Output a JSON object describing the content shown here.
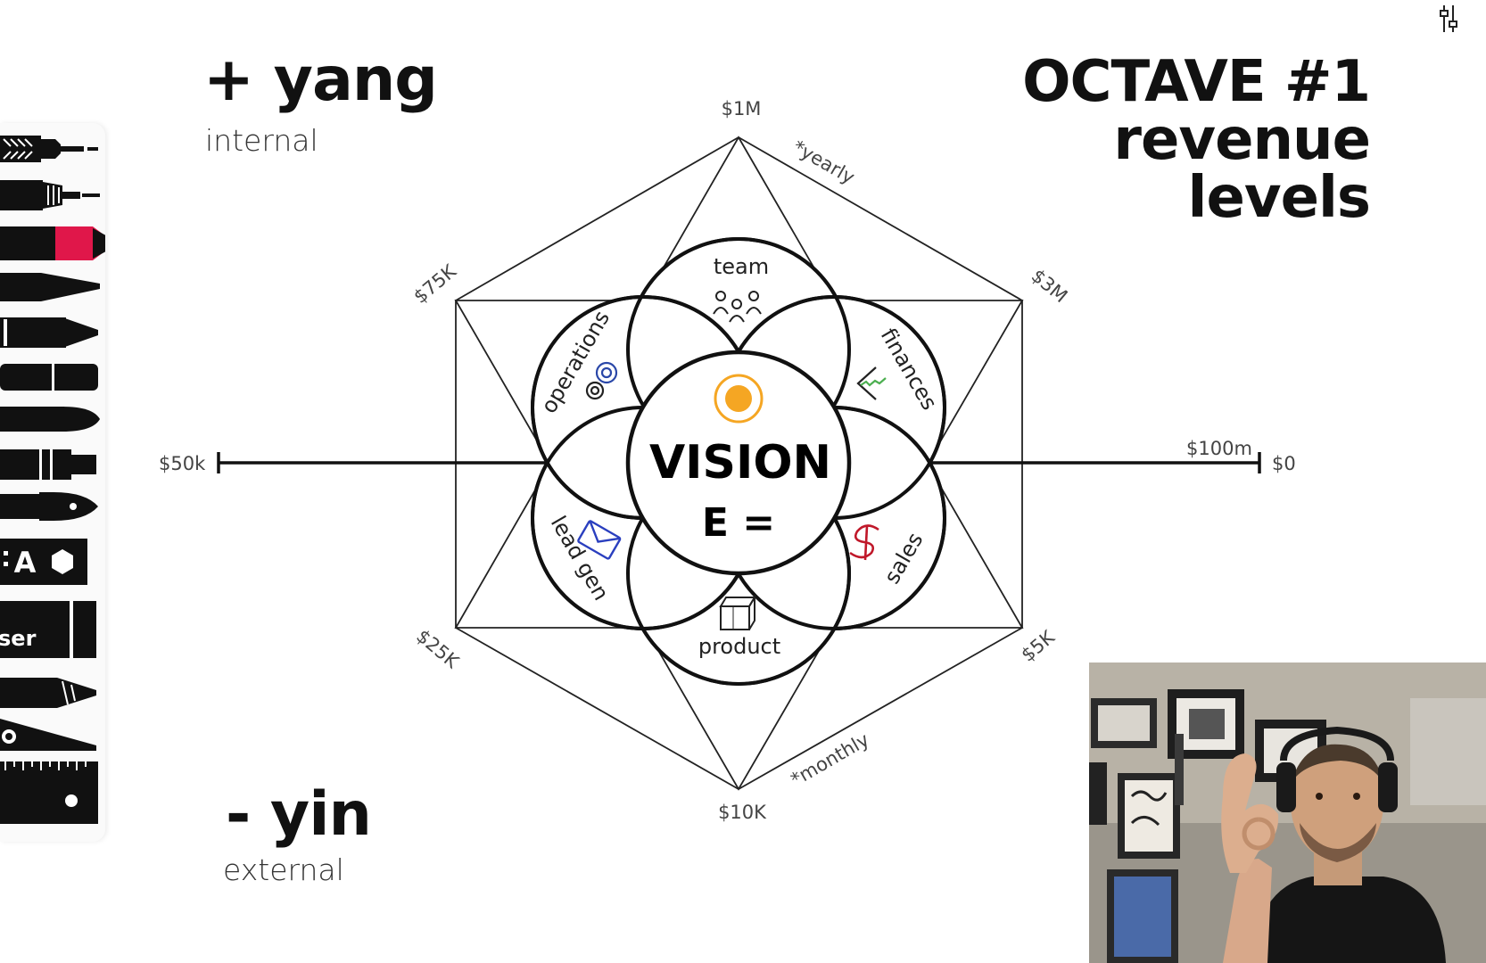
{
  "header": {
    "yang_title": "+ yang",
    "yang_sub": "internal",
    "yin_title": "- yin",
    "yin_sub": "external",
    "octave_line1": "OCTAVE #1",
    "octave_line2": "revenue",
    "octave_line3": "levels"
  },
  "diagram": {
    "center_title": "VISION",
    "center_sub": "E =",
    "petals": {
      "team": "team",
      "operations": "operations",
      "finances": "finances",
      "lead_gen": "lead gen",
      "sales": "sales",
      "product": "product"
    },
    "vertex_labels": {
      "top": "$1M",
      "upper_right": "$3M",
      "lower_right": "$5K",
      "bottom": "$10K",
      "lower_left": "$25K",
      "upper_left": "$75K"
    },
    "edge_notes": {
      "yearly": "*yearly",
      "monthly": "*monthly"
    },
    "axis_labels": {
      "left": "$50k",
      "right_inner": "$100m",
      "right_outer": "$0"
    }
  },
  "toolbar": {
    "text_tool_label": "A",
    "eraser_label": "ser"
  },
  "icons": [
    "settings-sliders-icon",
    "team-people-icon",
    "gear-icon",
    "chart-line-icon",
    "envelope-icon",
    "dollar-icon",
    "cube-icon",
    "sun-icon"
  ],
  "colors": {
    "accent_orange": "#f5a623",
    "pen_red": "#e0174a",
    "finance_green": "#4caf50",
    "envelope_blue": "#2a3fbf",
    "gear_blue": "#2a47a8",
    "dollar_red": "#c0182a"
  }
}
